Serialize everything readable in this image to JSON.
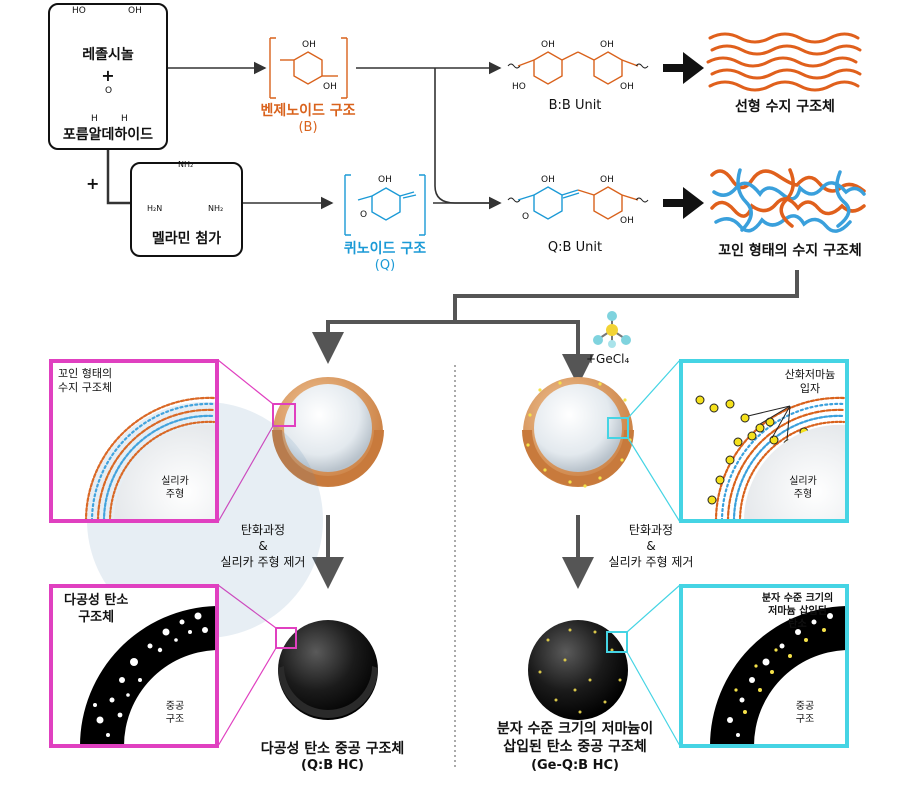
{
  "reactants": {
    "resorcinol": "레졸시놀",
    "plus": "+",
    "formaldehyde": "포름알데하이드",
    "mol_oh1": "HO",
    "mol_oh2": "OH",
    "mol_o": "O",
    "mol_h1": "H",
    "mol_h2": "H"
  },
  "melamine": {
    "plus": "+",
    "label": "멜라민 첨가",
    "nh2_top": "NH₂",
    "nh2_left": "H₂N",
    "nh2_right": "NH₂"
  },
  "benzenoid": {
    "label": "벤제노이드 구조",
    "abbr": "(B)",
    "oh1": "OH",
    "oh2": "OH"
  },
  "quinoid": {
    "label": "퀴노이드 구조",
    "abbr": "(Q)",
    "oh1": "OH",
    "o": "O"
  },
  "bb_unit": {
    "label": "B:B Unit",
    "oh1": "OH",
    "oh2": "OH",
    "ho1": "HO",
    "ho2": "OH"
  },
  "qb_unit": {
    "label": "Q:B Unit",
    "oh1": "OH",
    "oh2": "OH",
    "o": "O",
    "oh3": "OH"
  },
  "linear_result": "선형 수지 구조체",
  "twisted_result": "꼬인 형태의 수지 구조체",
  "gecl4": "+GeCl₄",
  "left_panel": {
    "inset_top_title": "꼬인 형태의\n수지 구조체",
    "inset_top_template": "실리카\n주형",
    "step": "탄화과정\n&\n실리카 주형 제거",
    "inset_bottom_title": "다공성 탄소\n구조체",
    "inset_bottom_hollow": "중공\n구조",
    "caption": "다공성 탄소 중공 구조체",
    "caption_abbr": "(Q:B HC)"
  },
  "right_panel": {
    "inset_top_title": "산화저마늄\n입자",
    "inset_top_template": "실리카\n주형",
    "step": "탄화과정\n&\n실리카 주형 제거",
    "inset_bottom_title": "분자 수준 크기의\n저마늄 삽입된\n탄소",
    "inset_bottom_hollow": "중공\n구조",
    "caption": "분자 수준 크기의 저마늄이\n삽입된 탄소 중공 구조체",
    "caption_abbr": "(Ge-Q:B HC)"
  },
  "colors": {
    "orange": "#d9621c",
    "blue": "#1b9ad6",
    "magenta": "#e040c0",
    "cyan": "#45d4e4",
    "shell": "#d8955a"
  },
  "icons": [
    "arrow-right-icon",
    "sphere-icon",
    "gecl4-molecule-icon"
  ]
}
